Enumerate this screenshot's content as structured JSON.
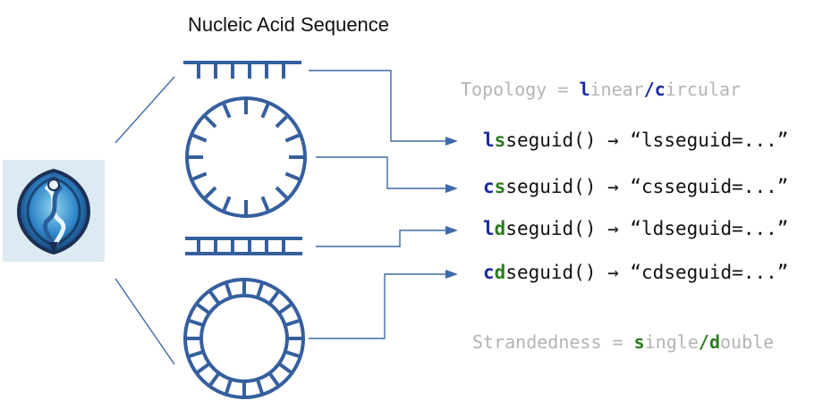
{
  "title": "Nucleic Acid Sequence",
  "colors": {
    "line": "#3d6aa8",
    "structure": "#355f9e",
    "keyword_topology": "#1a2aa0",
    "keyword_strand": "#2c7a1e",
    "muted": "#b4b4b4"
  },
  "topology": {
    "label": "Topology",
    "eq": " = ",
    "opt1_key": "l",
    "opt1_rest": "inear",
    "sep": "/",
    "opt2_key": "c",
    "opt2_rest": "ircular"
  },
  "strandedness": {
    "label": "Strandedness",
    "eq": " = ",
    "opt1_key": "s",
    "opt1_rest": "ingle",
    "sep": "/",
    "opt2_key": "d",
    "opt2_rest": "ouble"
  },
  "functions": [
    {
      "k1": "l",
      "k2": "s",
      "rest": "seguid() → “lsseguid=...”"
    },
    {
      "k1": "c",
      "k2": "s",
      "rest": "seguid() → “csseguid=...”"
    },
    {
      "k1": "l",
      "k2": "d",
      "rest": "seguid() → “ldseguid=...”"
    },
    {
      "k1": "c",
      "k2": "d",
      "rest": "seguid() → “cdseguid=...”"
    }
  ],
  "icons": {
    "logo": "dna-helix-logo-icon",
    "linear_single": "linear-single-strand-icon",
    "circular_single": "circular-single-strand-icon",
    "linear_double": "linear-double-strand-icon",
    "circular_double": "circular-double-strand-icon"
  }
}
